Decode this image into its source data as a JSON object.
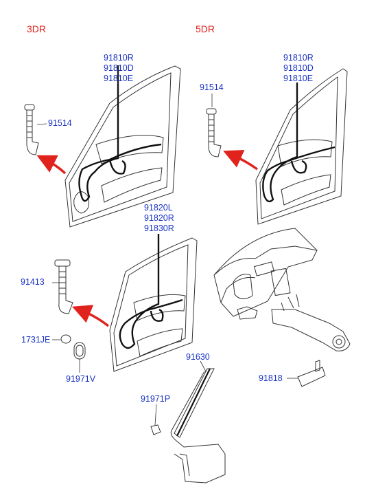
{
  "variants": {
    "three_door": "3DR",
    "five_door": "5DR"
  },
  "colors": {
    "label_blue": "#1a33c4",
    "variant_red": "#e0231d",
    "arrow_red": "#e0231d",
    "line": "#333333",
    "harness": "#111111"
  },
  "labels": {
    "front_3dr_harness": [
      "91810R",
      "91810D",
      "91810E"
    ],
    "front_3dr_grommet": "91514",
    "front_5dr_harness": [
      "91810R",
      "91810D",
      "91810E"
    ],
    "front_5dr_grommet": "91514",
    "rear_harness": [
      "91820L",
      "91820R",
      "91830R"
    ],
    "rear_grommet": "91413",
    "ring_grommet": "1731JE",
    "oval_plug": "91971V",
    "pillar_harness": "91630",
    "clip": "91971P",
    "bracket": "91818"
  }
}
